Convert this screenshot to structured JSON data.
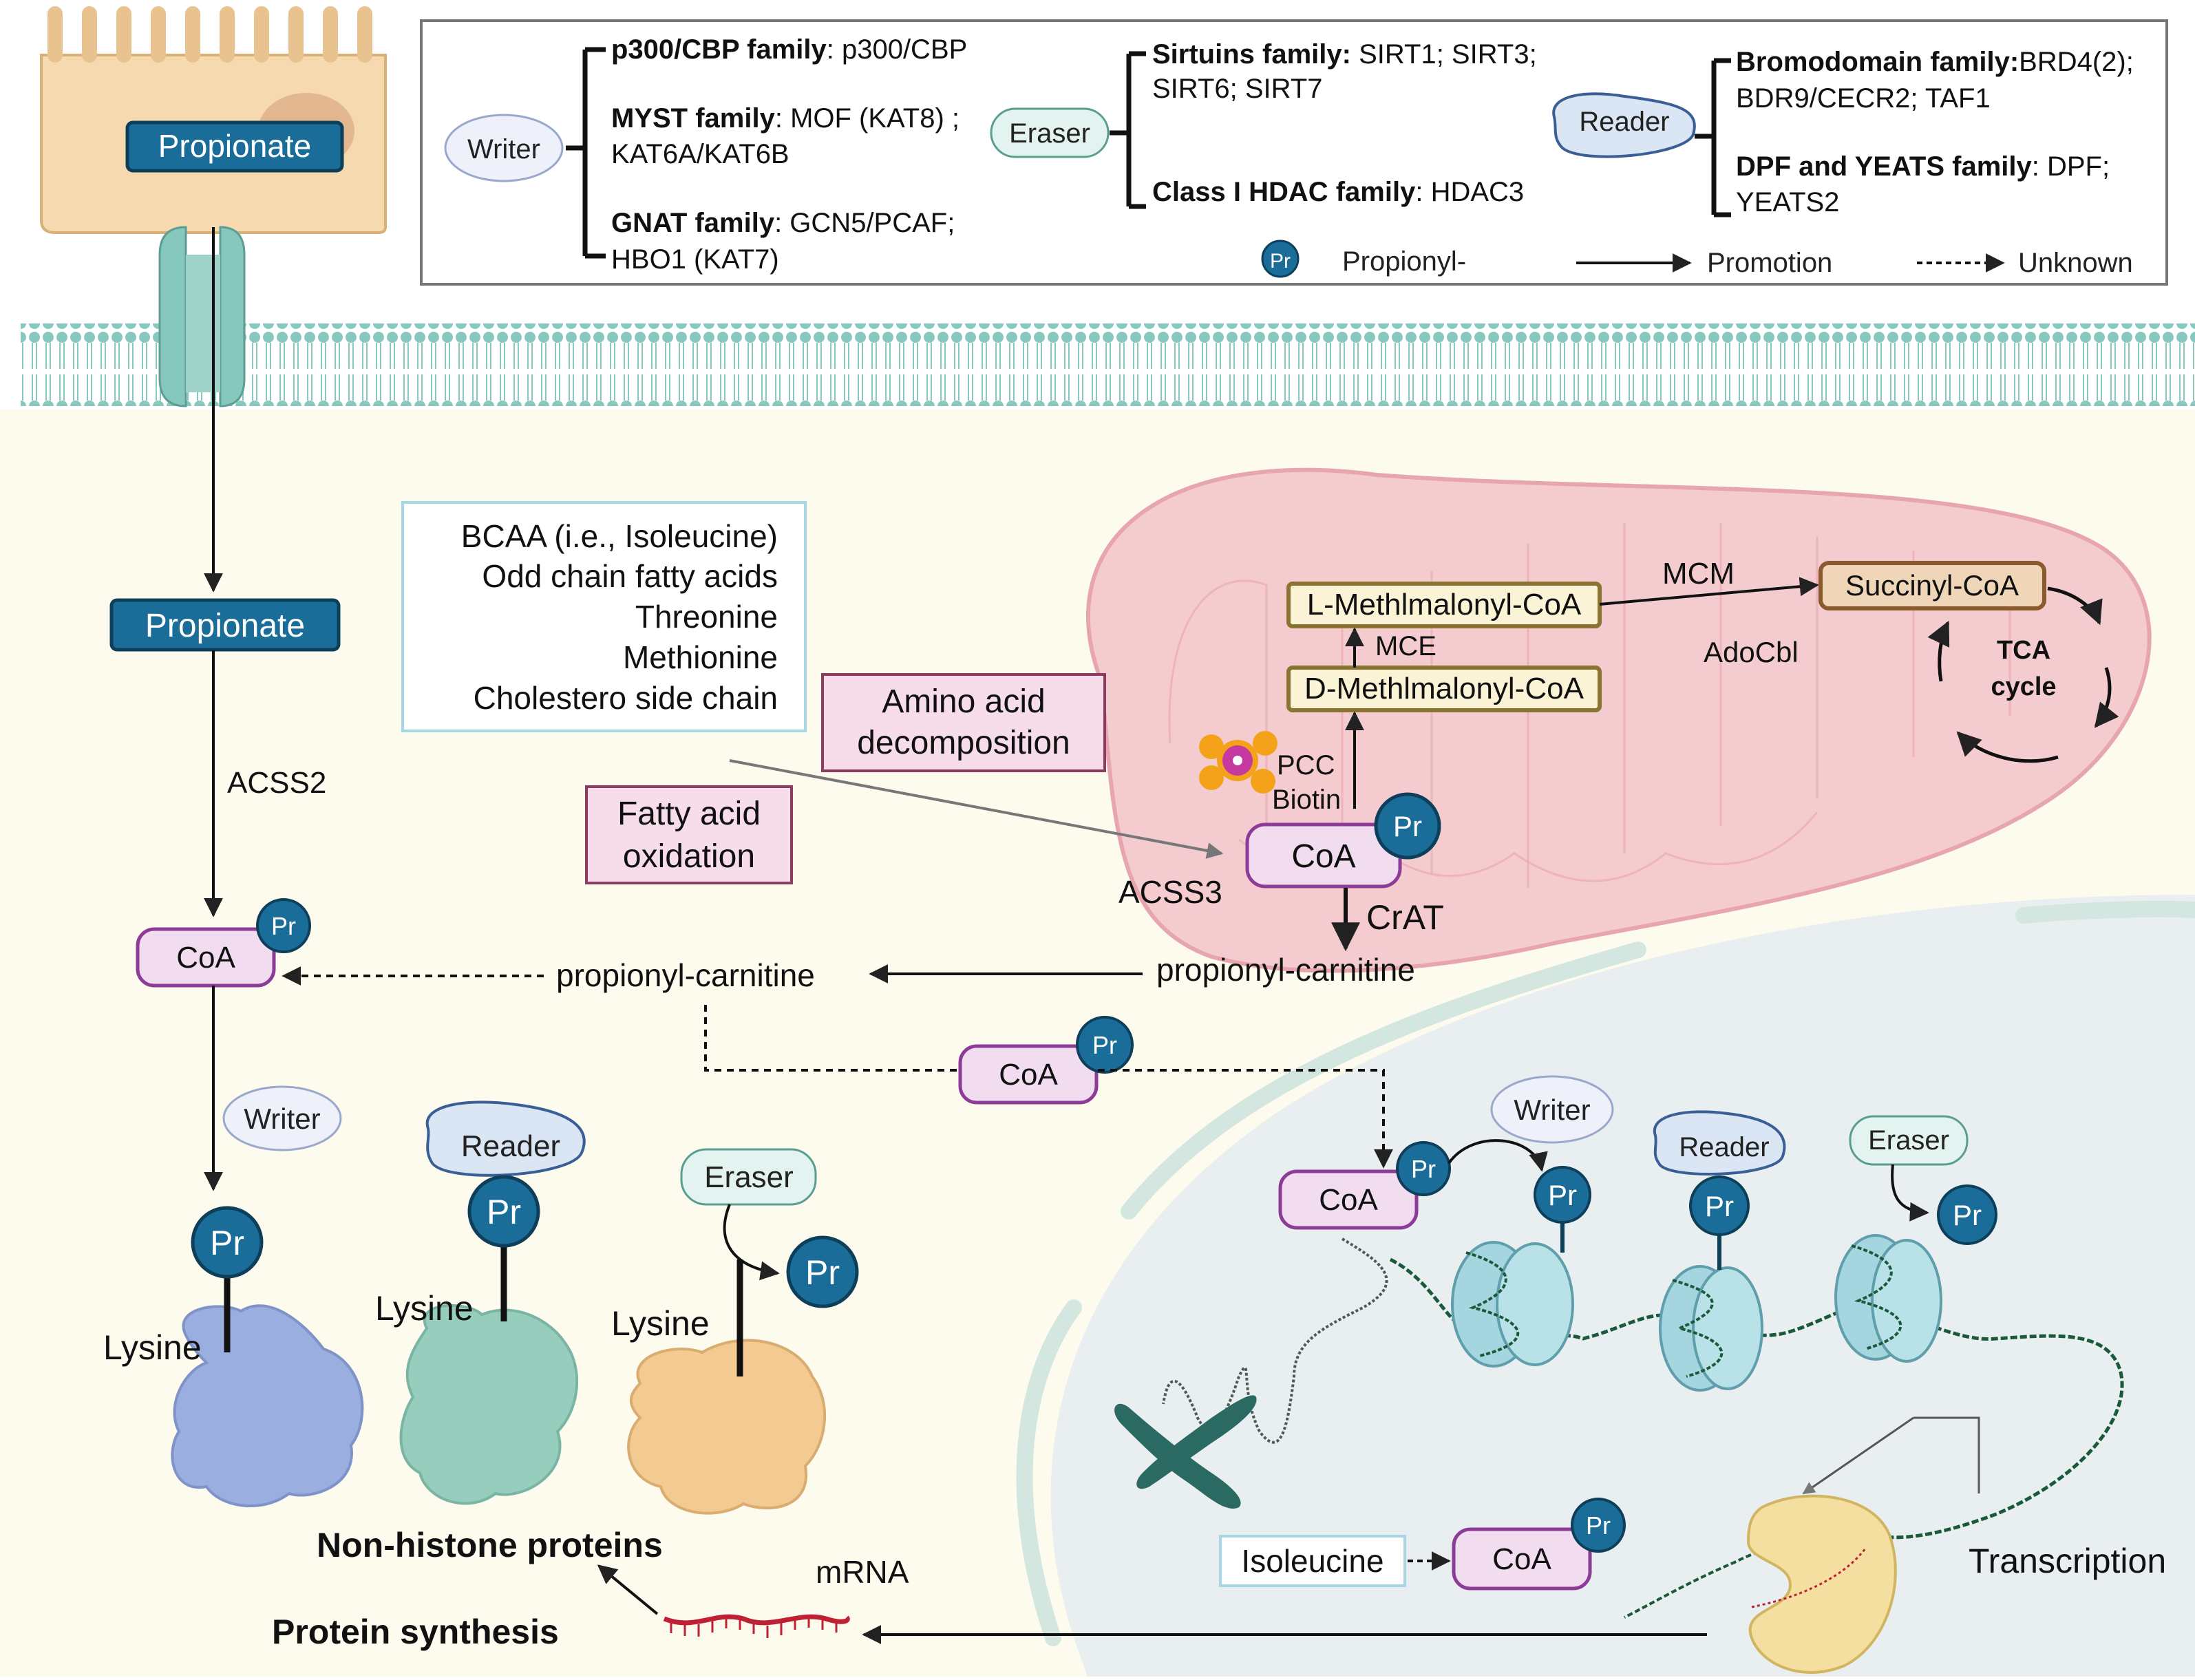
{
  "legend": {
    "writer_label": "Writer",
    "writer_families": [
      {
        "name": "p300/CBP family",
        "members": ": p300/CBP"
      },
      {
        "name": "MYST family",
        "members": ": MOF (KAT8) ;",
        "cont": "KAT6A/KAT6B"
      },
      {
        "name": "GNAT family",
        "members": ": GCN5/PCAF;",
        "cont": "HBO1 (KAT7)"
      }
    ],
    "eraser_label": "Eraser",
    "eraser_families": [
      {
        "name": "Sirtuins family:",
        "members": " SIRT1; SIRT3;",
        "cont": "SIRT6; SIRT7"
      },
      {
        "name": "Class I HDAC family",
        "members": ": HDAC3"
      }
    ],
    "reader_label": "Reader",
    "reader_families": [
      {
        "name": "Bromodomain family:",
        "members": "BRD4(2);",
        "cont": " BDR9/CECR2; TAF1"
      },
      {
        "name": "DPF and YEATS  family",
        "members": ": DPF;",
        "cont": "YEATS2"
      }
    ],
    "key": {
      "pr_symbol": "Pr",
      "pr_text": "Propionyl-",
      "promotion": "Promotion",
      "unknown": "Unknown"
    }
  },
  "cell": {
    "propionate_outside": "Propionate",
    "propionate_inside": "Propionate",
    "acss2": "ACSS2",
    "coa": "CoA",
    "pr": "Pr",
    "writer": "Writer",
    "reader": "Reader",
    "eraser": "Eraser",
    "lysine": "Lysine",
    "non_histone": "Non-histone proteins",
    "protein_synthesis": "Protein synthesis",
    "mrna": "mRNA",
    "propionyl_carnitine_cyto": "propionyl-carnitine"
  },
  "sources": {
    "items": [
      "BCAA (i.e., Isoleucine)",
      "Odd chain fatty acids",
      "Threonine",
      "Methionine",
      "Cholestero side chain"
    ],
    "amino_acid_line1": "Amino acid",
    "amino_acid_line2": "decomposition",
    "fatty_acid_line1": "Fatty acid",
    "fatty_acid_line2": "oxidation"
  },
  "mito": {
    "l_mm": "L-Methlmalonyl-CoA",
    "d_mm": "D-Methlmalonyl-CoA",
    "succinyl": "Succinyl-CoA",
    "mcm": "MCM",
    "mce": "MCE",
    "adocbl": "AdoCbl",
    "tca1": "TCA",
    "tca2": "cycle",
    "pcc": "PCC",
    "biotin": "Biotin",
    "acss3": "ACSS3",
    "crat": "CrAT",
    "coa": "CoA",
    "pr": "Pr",
    "propionyl_carnitine": "propionyl-carnitine"
  },
  "nucleus": {
    "writer": "Writer",
    "reader": "Reader",
    "eraser": "Eraser",
    "coa": "CoA",
    "pr": "Pr",
    "isoleucine": "Isoleucine",
    "transcription": "Transcription"
  },
  "colors": {
    "pr_blue": "#1b6d99",
    "coa_fill": "#f2dcf0",
    "coa_stroke": "#8c3c96",
    "mito_fill": "#f4ccd0",
    "nucleus_fill": "#e9eef0",
    "cyto_fill": "#fdfbee",
    "membrane": "#86c8bd"
  }
}
